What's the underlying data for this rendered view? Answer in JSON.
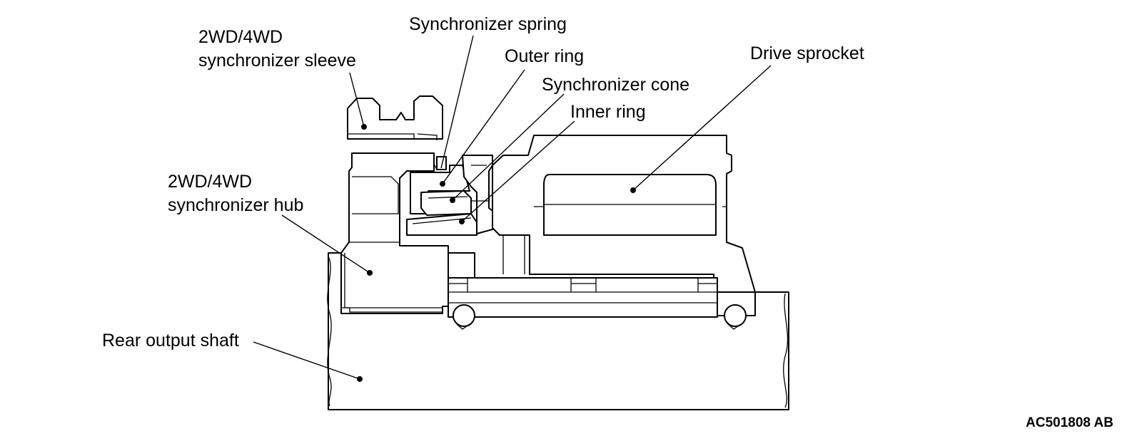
{
  "labels": {
    "sleeve_line1": "2WD/4WD",
    "sleeve_line2": "synchronizer sleeve",
    "spring": "Synchronizer spring",
    "outer_ring": "Outer ring",
    "cone": "Synchronizer cone",
    "inner_ring": "Inner ring",
    "sprocket": "Drive sprocket",
    "hub_line1": "2WD/4WD",
    "hub_line2": "synchronizer hub",
    "shaft": "Rear output shaft"
  },
  "figure_code": "AC501808 AB"
}
